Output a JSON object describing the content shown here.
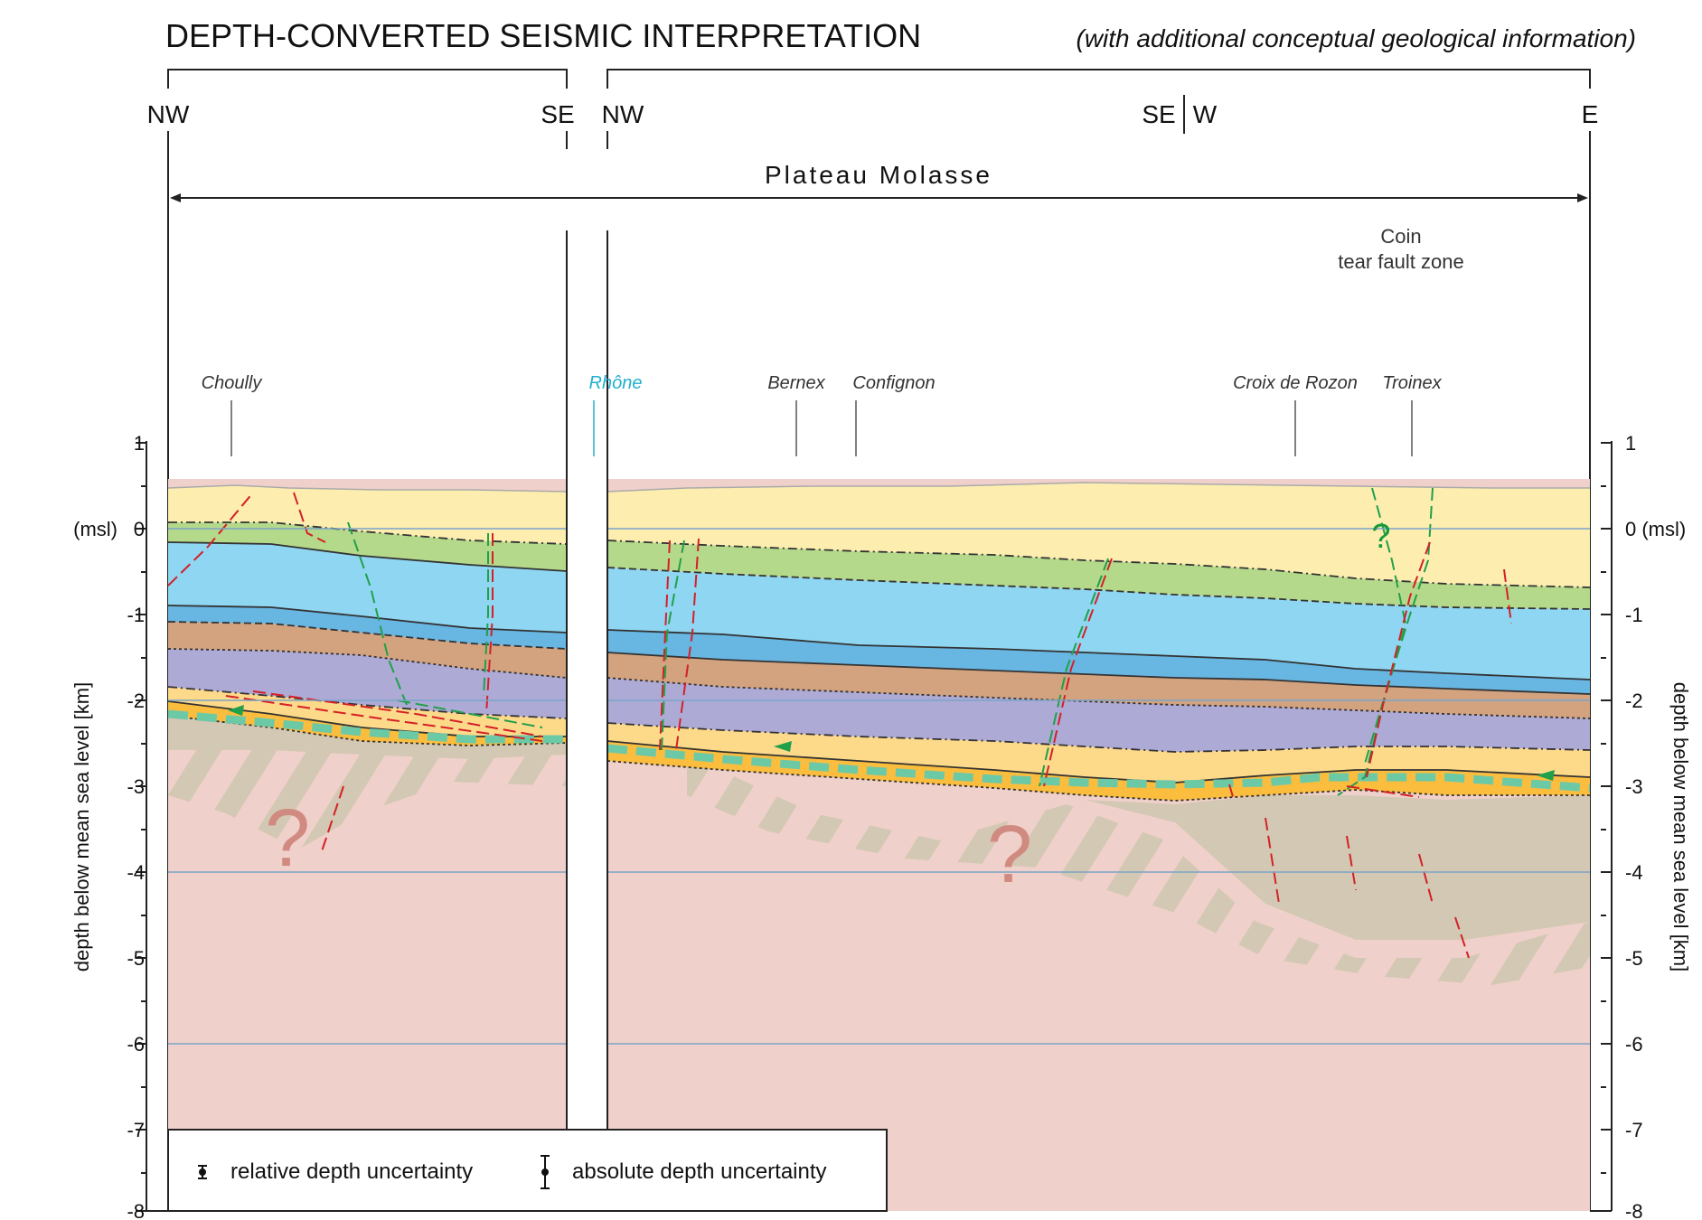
{
  "title": {
    "main": "DEPTH-CONVERTED SEISMIC INTERPRETATION",
    "sub": "(with additional conceptual geological information)"
  },
  "directions": {
    "left_panel_start": "NW",
    "left_panel_end": "SE",
    "right_panel_start": "NW",
    "right_panel_mid_a": "SE",
    "right_panel_mid_b": "W",
    "right_panel_end": "E"
  },
  "region_label": "Plateau Molasse",
  "localities": {
    "choully": "Choully",
    "rhone": "Rhône",
    "bernex": "Bernex",
    "confignon": "Confignon",
    "croix_de_rozon": "Croix de Rozon",
    "troinex": "Troinex"
  },
  "coin_note": {
    "line1": "Coin",
    "line2": "tear fault zone"
  },
  "axis": {
    "left_label": "depth below mean sea level [km]",
    "right_label": "depth below mean sea level [km]",
    "ticks_left": [
      "1",
      "0",
      "-1",
      "-2",
      "-3",
      "-4",
      "-5",
      "-6",
      "-7",
      "-8"
    ],
    "ticks_right": [
      "1",
      "0 (msl)",
      "-1",
      "-2",
      "-3",
      "-4",
      "-5",
      "-6",
      "-7",
      "-8"
    ],
    "msl_left": "(msl)",
    "tick_values_km": [
      1,
      0,
      -1,
      -2,
      -3,
      -4,
      -5,
      -6,
      -7,
      -8
    ]
  },
  "question_marks": {
    "q1": "?",
    "q2": "?",
    "q3": "?"
  },
  "legend": {
    "relative": "relative depth uncertainty",
    "absolute": "absolute depth uncertainty"
  },
  "colors": {
    "molasse": "#fdeeb0",
    "green_unit": "#b5d98b",
    "light_blue": "#8fd6f2",
    "mid_blue": "#68b6e2",
    "tan": "#d3a37f",
    "lavender": "#aeaad6",
    "light_orange": "#fdd98a",
    "orange": "#fbbd3e",
    "grey_basement": "#d3c8b3",
    "pink_basement": "#f0d0ca",
    "fault_red": "#d42027",
    "fault_green": "#20a04a",
    "detachment_teal": "#6cc9a6",
    "rhone_blue": "#22b0d0"
  }
}
